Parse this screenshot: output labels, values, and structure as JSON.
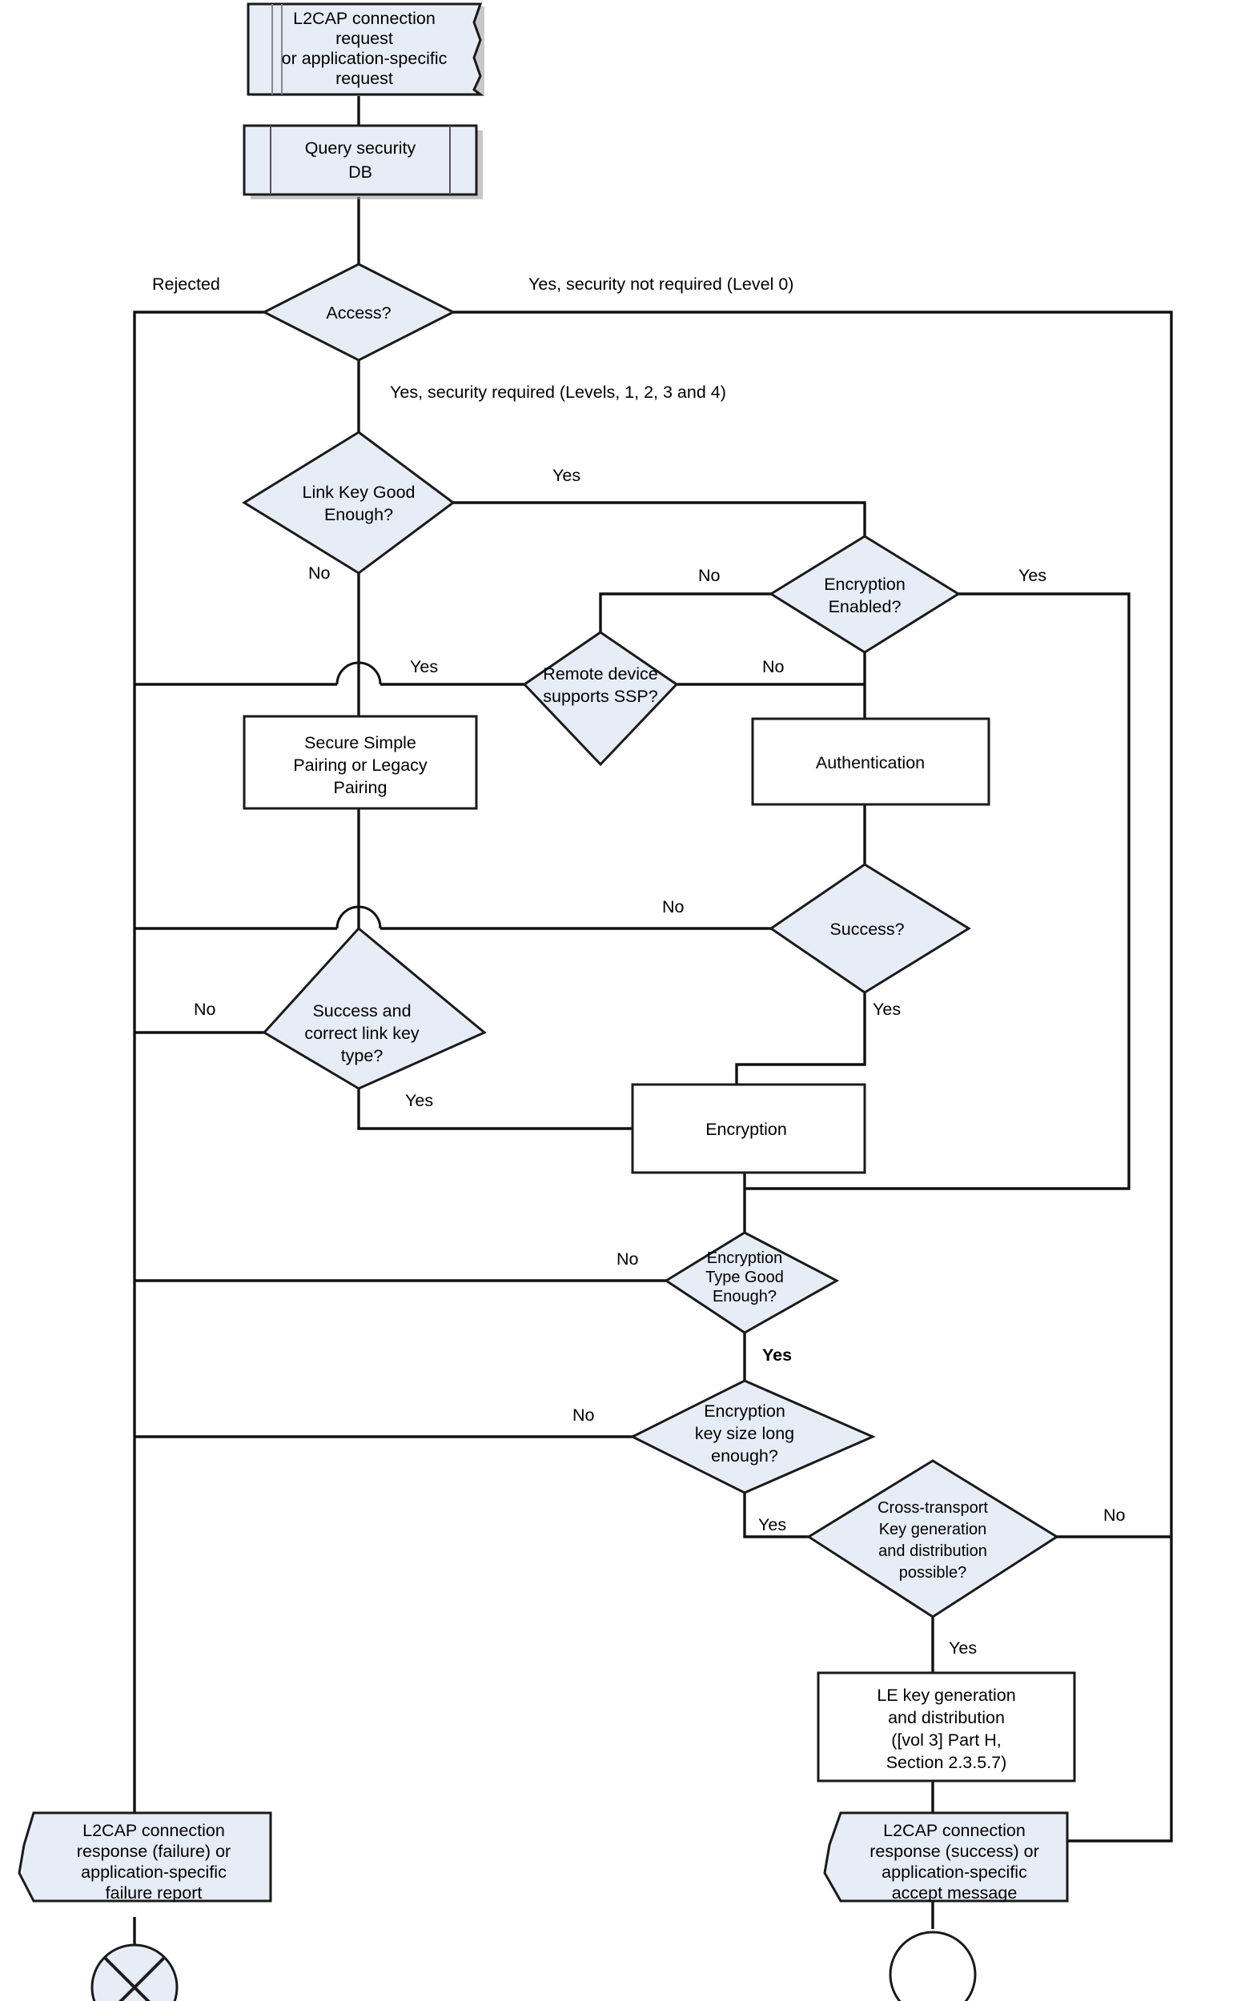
{
  "diagram": {
    "title": "Bluetooth BR/EDR security establishment flowchart",
    "colors": {
      "shape_fill": "#e7edf7",
      "shape_fill_white": "#ffffff",
      "stroke": "#1a1a1a",
      "shadow": "#9a9a9a",
      "background": "#ffffff"
    },
    "nodes": {
      "start_request": {
        "shape": "document-flag",
        "lines": [
          "L2CAP connection",
          "request",
          "or application-specific",
          "request"
        ]
      },
      "query_db": {
        "shape": "predefined-process",
        "lines": [
          "Query security",
          "DB"
        ]
      },
      "access": {
        "shape": "decision",
        "lines": [
          "Access?"
        ]
      },
      "link_key_good": {
        "shape": "decision",
        "lines": [
          "Link Key Good",
          "Enough?"
        ]
      },
      "encryption_enabled": {
        "shape": "decision",
        "lines": [
          "Encryption",
          "Enabled?"
        ]
      },
      "remote_ssp": {
        "shape": "decision",
        "lines": [
          "Remote device",
          "supports SSP?"
        ]
      },
      "pairing": {
        "shape": "process",
        "lines": [
          "Secure Simple",
          "Pairing or Legacy",
          "Pairing"
        ]
      },
      "authentication": {
        "shape": "process",
        "lines": [
          "Authentication"
        ]
      },
      "success": {
        "shape": "decision",
        "lines": [
          "Success?"
        ]
      },
      "success_link_key": {
        "shape": "decision",
        "lines": [
          "Success and",
          "correct link key",
          "type?"
        ]
      },
      "encryption": {
        "shape": "process",
        "lines": [
          "Encryption"
        ]
      },
      "enc_type_good": {
        "shape": "decision",
        "lines": [
          "Encryption",
          "Type Good",
          "Enough?"
        ]
      },
      "enc_key_size": {
        "shape": "decision",
        "lines": [
          "Encryption",
          "key size long",
          "enough?"
        ]
      },
      "cross_transport": {
        "shape": "decision",
        "lines": [
          "Cross-transport",
          "Key generation",
          "and distribution",
          "possible?"
        ]
      },
      "le_key_gen": {
        "shape": "process",
        "lines": [
          "LE key generation",
          "and distribution",
          "([vol 3] Part H,",
          "Section 2.3.5.7)"
        ]
      },
      "failure_terminal": {
        "shape": "document-flag",
        "lines": [
          "L2CAP connection",
          "response (failure) or",
          "application-specific",
          "failure report"
        ]
      },
      "success_terminal": {
        "shape": "document-flag",
        "lines": [
          "L2CAP connection",
          "response (success) or",
          "application-specific",
          "accept message"
        ]
      },
      "end_failure": {
        "shape": "circle-cross",
        "lines": []
      },
      "end_success": {
        "shape": "circle",
        "lines": []
      }
    },
    "edge_labels": {
      "rejected": "Rejected",
      "access_level0": "Yes, security not required (Level 0)",
      "access_levels": "Yes, security required (Levels, 1, 2, 3 and 4)",
      "linkkey_yes": "Yes",
      "linkkey_no": "No",
      "encen_no": "No",
      "encen_yes": "Yes",
      "ssp_yes": "Yes",
      "ssp_no": "No",
      "success_no": "No",
      "success_yes": "Yes",
      "slk_no": "No",
      "slk_yes": "Yes",
      "enctype_no": "No",
      "enctype_yes": "Yes",
      "keysize_no": "No",
      "keysize_yes": "Yes",
      "ct_no": "No",
      "ct_yes": "Yes"
    }
  }
}
